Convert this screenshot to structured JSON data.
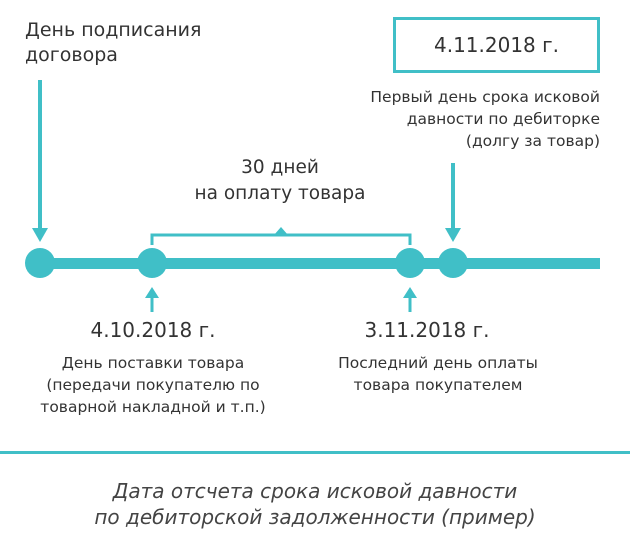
{
  "labels": {
    "contract_day": [
      "День подписания",
      "договора"
    ],
    "first_day_date": "4.11.2018 г.",
    "first_day_desc": [
      "Первый день срока исковой",
      "давности по дебиторке",
      "(долгу за товар)"
    ],
    "payment_period": [
      "30 дней",
      "на оплату товара"
    ],
    "delivery_date": "4.10.2018 г.",
    "delivery_desc": [
      "День поставки товара",
      "(передачи покупателю по",
      "товарной накладной и т.п.)"
    ],
    "last_pay_date": "3.11.2018 г.",
    "last_pay_desc": [
      "Последний день оплаты",
      "товара покупателем"
    ],
    "caption": [
      "Дата отсчета срока исковой давности",
      "по дебиторской задолженности (пример)"
    ]
  },
  "colors": {
    "accent": "#40bfc7",
    "text": "#333333"
  }
}
